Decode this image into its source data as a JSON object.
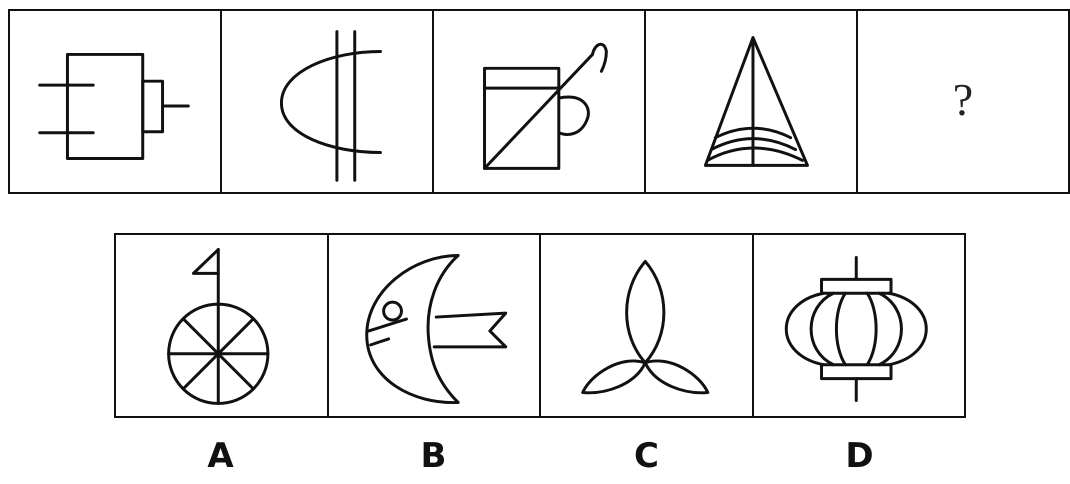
{
  "question": {
    "figures": [
      {
        "icon": "plug-shape-icon"
      },
      {
        "icon": "half-ellipse-double-line-icon"
      },
      {
        "icon": "cup-with-spoon-icon"
      },
      {
        "icon": "triangle-with-arcs-icon"
      },
      {
        "icon": "question-mark",
        "text": "?"
      }
    ]
  },
  "options": [
    {
      "label": "A",
      "icon": "wheel-with-flag-icon"
    },
    {
      "label": "B",
      "icon": "fish-icon"
    },
    {
      "label": "C",
      "icon": "three-petal-icon"
    },
    {
      "label": "D",
      "icon": "lantern-icon"
    }
  ]
}
